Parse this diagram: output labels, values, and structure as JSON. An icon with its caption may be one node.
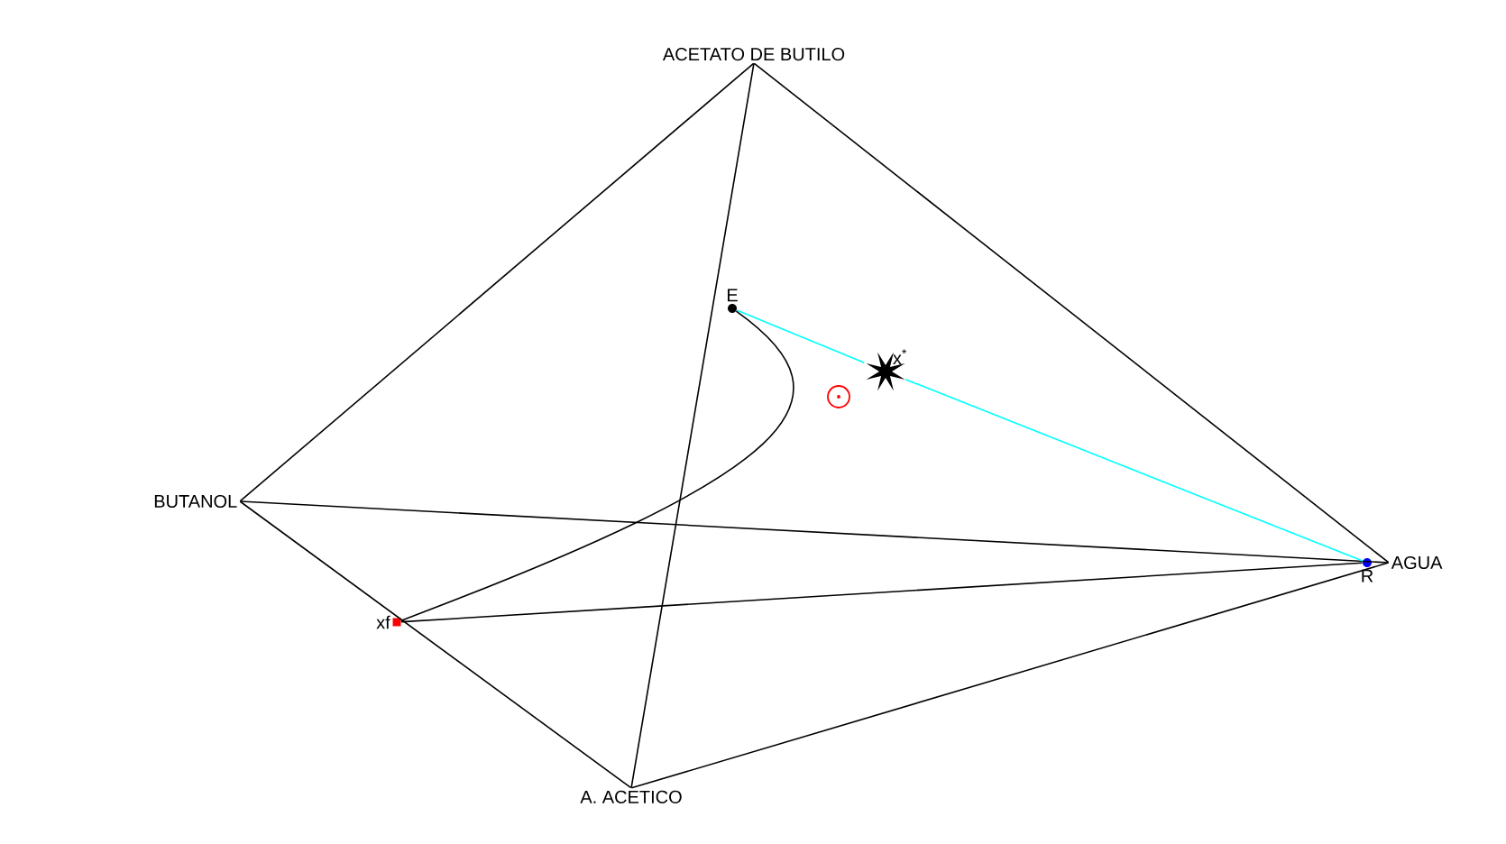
{
  "diagram": {
    "nodes": [
      {
        "text": [
          "ACETATO DE BUTILO"
        ]
      },
      {
        "text": [
          "BUTANOL"
        ]
      },
      {
        "text": [
          "AGUA"
        ]
      },
      {
        "text": [
          "A. ACETICO"
        ]
      },
      {
        "text": [
          "E"
        ]
      },
      {
        "text": [
          "x$^{*}$"
        ]
      },
      {
        "text": [
          "xf"
        ]
      },
      {
        "text": [
          "R"
        ]
      }
    ],
    "edges": [
      {
        "from": 0,
        "to": 1,
        "arrow": "none"
      },
      {
        "from": 0,
        "to": 2,
        "arrow": "none"
      },
      {
        "from": 0,
        "to": 3,
        "arrow": "none"
      },
      {
        "from": 1,
        "to": 2,
        "arrow": "none"
      },
      {
        "from": 1,
        "to": 3,
        "arrow": "none"
      },
      {
        "from": 3,
        "to": 2,
        "arrow": "none"
      },
      {
        "from": 6,
        "to": 7,
        "arrow": "none"
      },
      {
        "from": 4,
        "to": 5,
        "arrow": "none",
        "color": "#00ffff"
      },
      {
        "from": 5,
        "to": 7,
        "arrow": "none",
        "color": "#00ffff"
      },
      {
        "from": 4,
        "to": 6,
        "arrow": "none"
      }
    ]
  }
}
